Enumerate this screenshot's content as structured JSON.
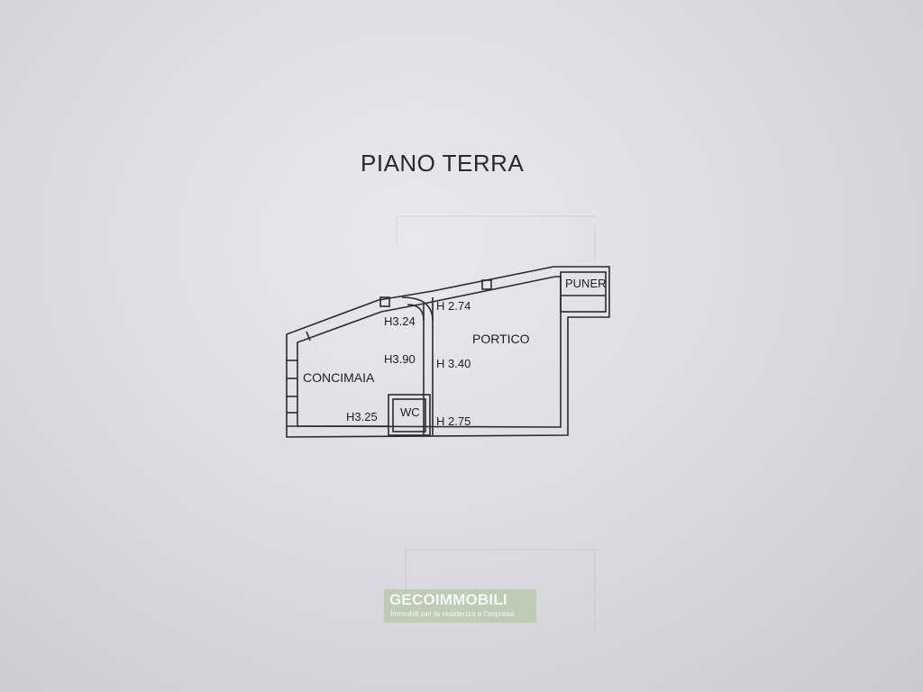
{
  "drawing": {
    "title": "PIANO TERRA"
  },
  "rooms": {
    "concimaia": "CONCIMAIA",
    "portico": "PORTICO",
    "wc": "WC",
    "puner": "PUNER"
  },
  "heights": {
    "h_324": "H3.24",
    "h_390": "H3.90",
    "h_325": "H3.25",
    "h_274": "H 2.74",
    "h_340": "H 3.40",
    "h_275": "H 2.75"
  },
  "watermark": {
    "brand": "GECOIMMOBILI",
    "tagline": "Immobili per la residenza e l'impresa"
  }
}
